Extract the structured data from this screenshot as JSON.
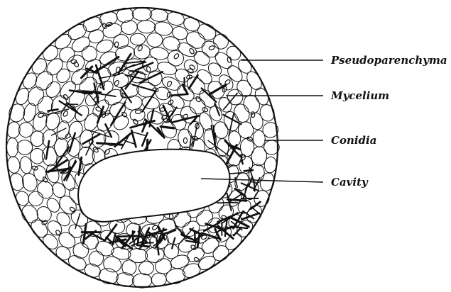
{
  "diagram": {
    "subject": "pycnidium cross-section",
    "labels": [
      {
        "id": "pseudoparenchyma",
        "text": "Pseudoparenchyma"
      },
      {
        "id": "mycelium",
        "text": "Mycelium"
      },
      {
        "id": "conidia",
        "text": "Conidia"
      },
      {
        "id": "cavity",
        "text": "Cavity"
      }
    ]
  },
  "colors": {
    "ink": "#111111",
    "background": "#ffffff",
    "cavity_fill": "#ffffff"
  }
}
